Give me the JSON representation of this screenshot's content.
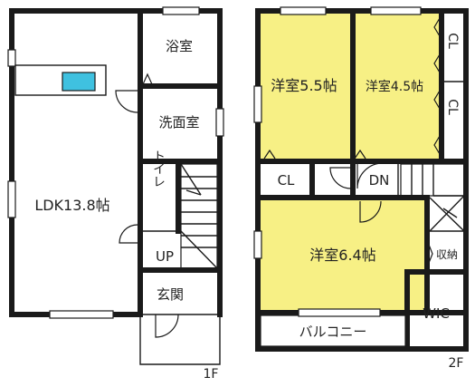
{
  "floor1": {
    "label": "1F",
    "rooms": {
      "ldk": "LDK13.8帖",
      "bath": "浴室",
      "washroom": "洗面室",
      "toilet": "トイレ",
      "up": "UP",
      "entrance": "玄関"
    }
  },
  "floor2": {
    "label": "2F",
    "rooms": {
      "western_55": "洋室5.5帖",
      "western_45": "洋室4.5帖",
      "closet_a": "CL",
      "closet_b": "CL",
      "closet_c": "CL",
      "down": "DN",
      "western_64": "洋室6.4帖",
      "storage": "収納",
      "wic": "WIC",
      "balcony": "バルコニー"
    }
  },
  "colors": {
    "room_fill": "#f7f085",
    "sink_fill": "#3fc1e0",
    "wall": "#1a1a1a"
  }
}
